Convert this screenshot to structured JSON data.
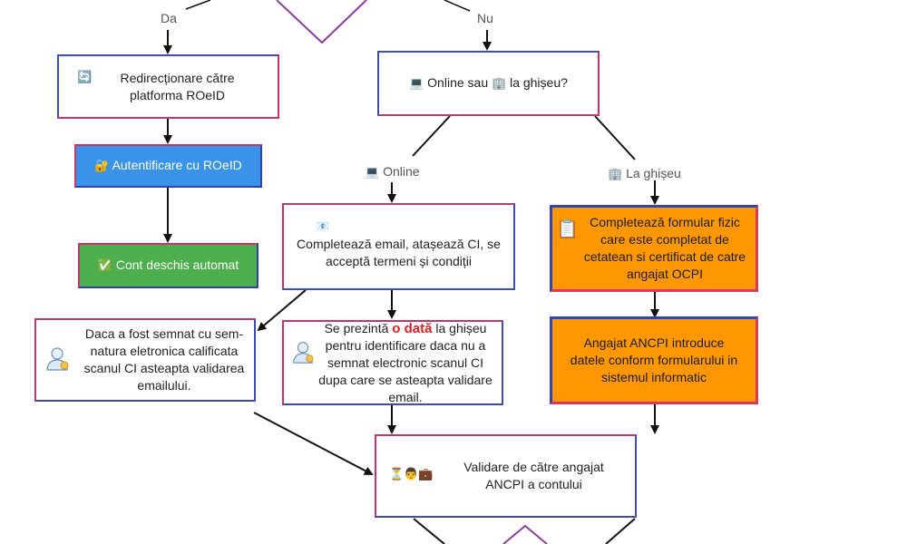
{
  "colors": {
    "accent_blue": "#3a93ea",
    "accent_green": "#4cae4c",
    "accent_orange": "#ff9800",
    "border_pink": "#c8336c",
    "border_blue": "#3b4fb0",
    "highlight_red": "#e02020"
  },
  "labels": {
    "da": "Da",
    "nu": "Nu",
    "online": "Online",
    "la_ghiseu": "La ghișeu"
  },
  "nodes": {
    "redirect": {
      "icon": "🔄",
      "icon_name": "refresh-icon",
      "text": "Redirecționare către platforma ROeID"
    },
    "online_or_ghiseu": {
      "text_pre": "Online sau",
      "text_post": "la ghișeu?",
      "icon1_name": "laptop-icon",
      "icon2_name": "office-building-icon"
    },
    "auth": {
      "icon": "🔐",
      "icon_name": "lock-key-icon",
      "text": "Autentificare cu ROeID"
    },
    "cont": {
      "icon": "✅",
      "icon_name": "check-mark-icon",
      "text": "Cont deschis automat"
    },
    "email": {
      "icon": "📧",
      "icon_name": "email-icon",
      "text": "Completează email, atașează CI, se acceptă termeni și condiții"
    },
    "formular": {
      "icon": "📋",
      "icon_name": "clipboard-icon",
      "text": "Completează  formular fizic care este completat de cetatean si certificat de catre angajat OCPI"
    },
    "semnat": {
      "icon_name": "person-avatar-icon",
      "text": "Daca a fost  semnat  cu sem-natura eletronica calificata scanul CI asteapta validarea emailului."
    },
    "ghiseu": {
      "icon_name": "person-avatar-icon",
      "text_pre": "Se prezintă",
      "text_highlight": "o dată",
      "text_post": "la ghișeu pentru identificare daca nu a semnat electronic scanul CI dupa care se asteapta validare email."
    },
    "introduce": {
      "text": "Angajat ANCPI introduce datele conform formularului in sistemul informatic"
    },
    "validare": {
      "icons": "⏳👨💼",
      "icon_names": [
        "hourglass-icon",
        "man-icon",
        "briefcase-icon"
      ],
      "text": "Validare de către angajat ANCPI a contului"
    }
  }
}
